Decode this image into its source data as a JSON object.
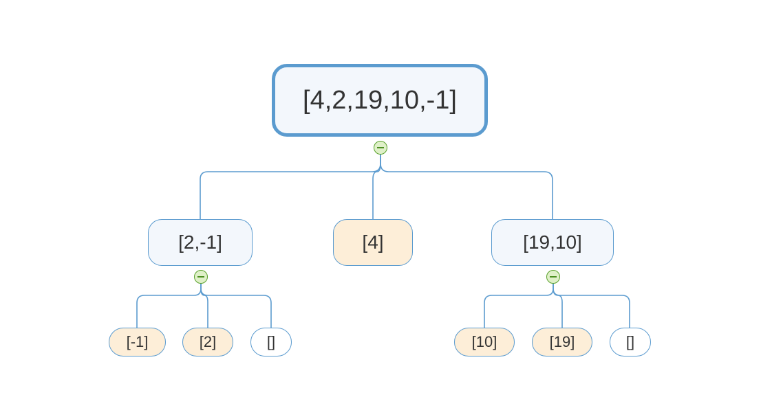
{
  "tree": {
    "root": {
      "label": "[4,2,19,10,-1]"
    },
    "left": {
      "label": "[2,-1]"
    },
    "middle": {
      "label": "[4]"
    },
    "right": {
      "label": "[19,10]"
    },
    "left_children": [
      {
        "label": "[-1]"
      },
      {
        "label": "[2]"
      },
      {
        "label": "[]"
      }
    ],
    "right_children": [
      {
        "label": "[10]"
      },
      {
        "label": "[19]"
      },
      {
        "label": "[]"
      }
    ]
  },
  "colors": {
    "line": "#5b9bcf",
    "branch_fill": "#f3f7fc",
    "value_fill": "#fdeed8",
    "empty_fill": "#ffffff",
    "toggle": "#5aa12b"
  },
  "icons": {
    "collapse": "minus-circle-icon"
  }
}
